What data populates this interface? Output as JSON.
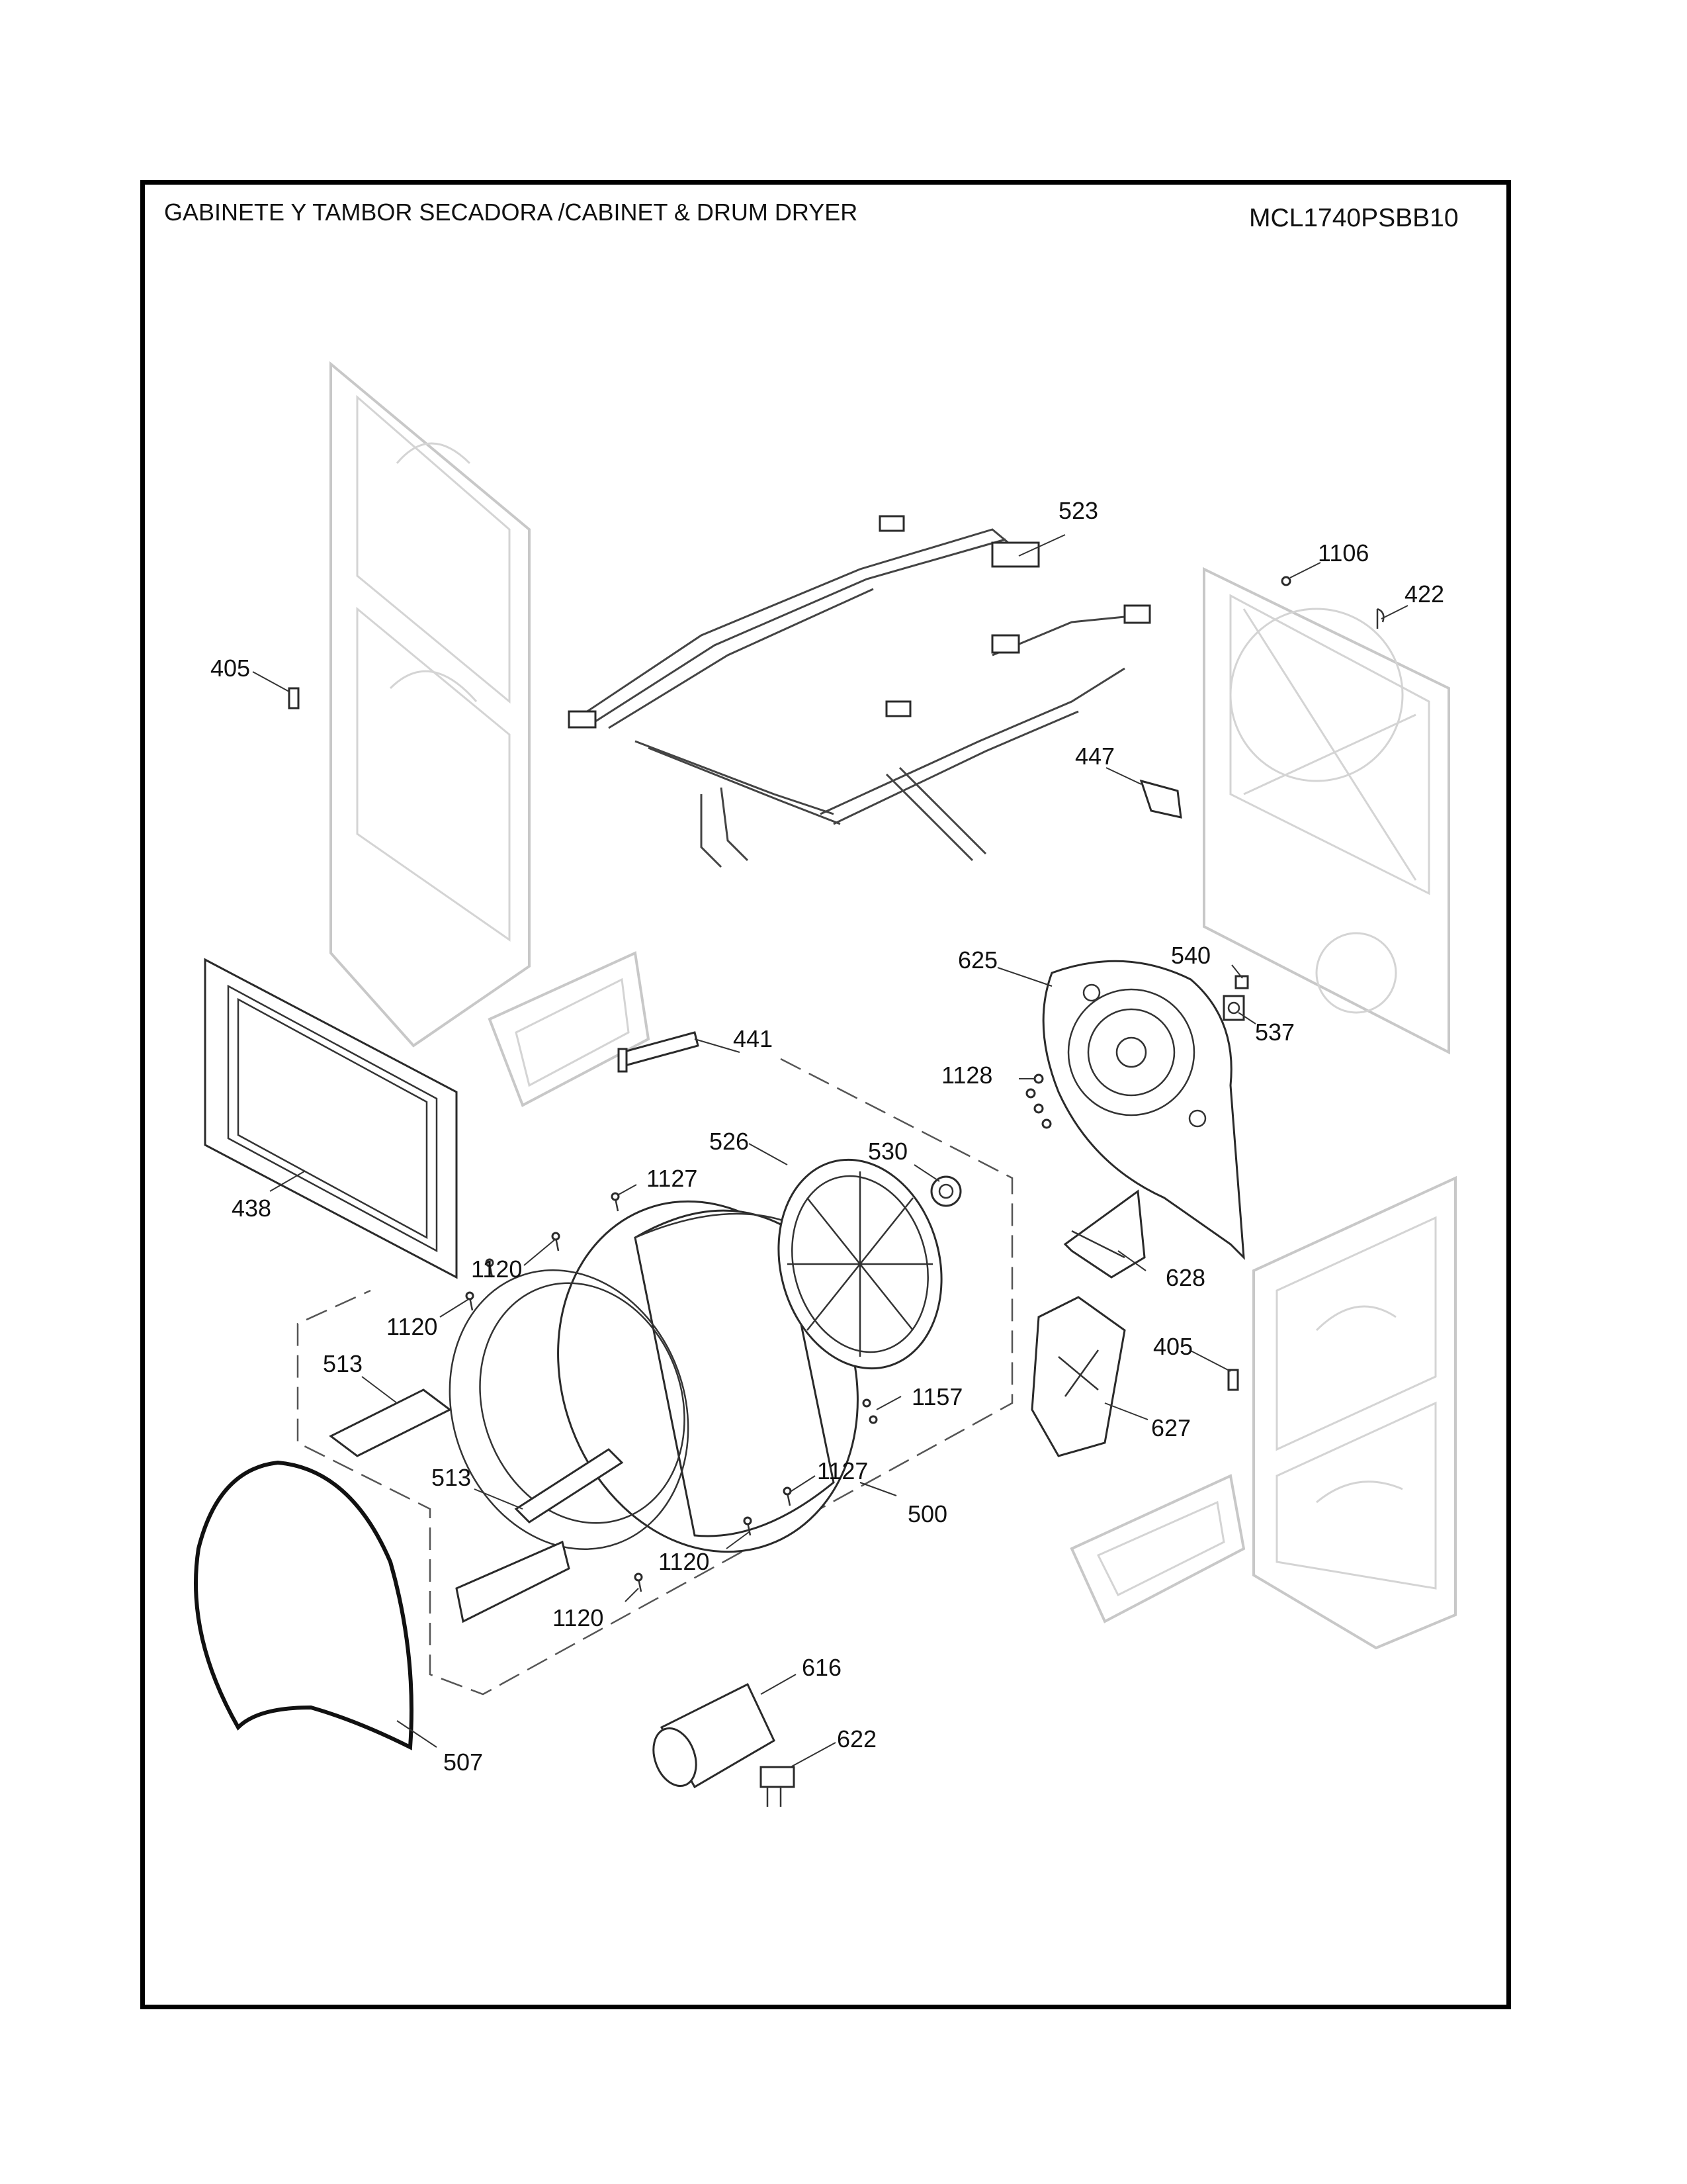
{
  "header": {
    "title": "GABINETE Y TAMBOR SECADORA /CABINET & DRUM  DRYER",
    "model": "MCL1740PSBB10"
  },
  "callouts": [
    {
      "id": "523",
      "text": "523"
    },
    {
      "id": "1106",
      "text": "1106"
    },
    {
      "id": "422",
      "text": "422"
    },
    {
      "id": "405a",
      "text": "405"
    },
    {
      "id": "447",
      "text": "447"
    },
    {
      "id": "625",
      "text": "625"
    },
    {
      "id": "540",
      "text": "540"
    },
    {
      "id": "537",
      "text": "537"
    },
    {
      "id": "441",
      "text": "441"
    },
    {
      "id": "1128",
      "text": "1128"
    },
    {
      "id": "526",
      "text": "526"
    },
    {
      "id": "530",
      "text": "530"
    },
    {
      "id": "1127a",
      "text": "1127"
    },
    {
      "id": "438",
      "text": "438"
    },
    {
      "id": "628",
      "text": "628"
    },
    {
      "id": "1120a",
      "text": "1120"
    },
    {
      "id": "1120b",
      "text": "1120"
    },
    {
      "id": "405b",
      "text": "405"
    },
    {
      "id": "513a",
      "text": "513"
    },
    {
      "id": "1157",
      "text": "1157"
    },
    {
      "id": "627",
      "text": "627"
    },
    {
      "id": "513b",
      "text": "513"
    },
    {
      "id": "1127b",
      "text": "1127"
    },
    {
      "id": "500",
      "text": "500"
    },
    {
      "id": "1120c",
      "text": "1120"
    },
    {
      "id": "1120d",
      "text": "1120"
    },
    {
      "id": "616",
      "text": "616"
    },
    {
      "id": "622",
      "text": "622"
    },
    {
      "id": "507",
      "text": "507"
    }
  ]
}
